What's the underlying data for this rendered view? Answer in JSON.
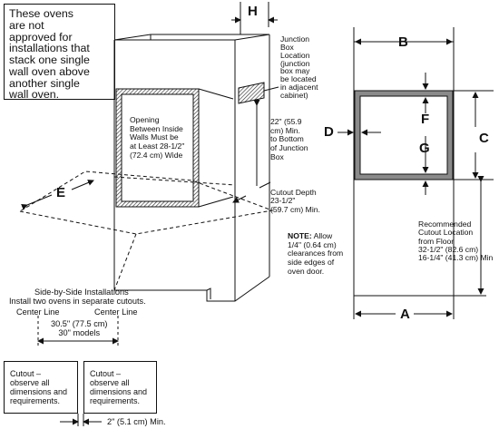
{
  "warning": "These ovens\nare not\napproved for\ninstallations that\nstack one single\nwall oven above\nanother single\nwall oven.",
  "letters": {
    "A": "A",
    "B": "B",
    "C": "C",
    "D": "D",
    "E": "E",
    "F": "F",
    "G": "G",
    "H": "H"
  },
  "junction_box": "Junction\nBox\nLocation\n(junction\nbox may\nbe located\nin adjacent\ncabinet)",
  "inside_walls": "Opening\nBetween Inside\nWalls Must be\nat Least 28-1/2\"\n(72.4 cm) Wide",
  "junction_height": "22\" (55.9\ncm) Min.\nto Bottom\nof Junction\nBox",
  "cutout_depth": "Cutout Depth\n23-1/2\"\n(59.7 cm) Min.",
  "note_label": "NOTE:",
  "note_first": " Allow",
  "note_rest": "1/4\" (0.64 cm)\nclearances from\nside edges of\noven door.",
  "recommended": "Recommended\nCutout Location\nfrom Floor\n32-1/2\" (82.6 cm)\n16-1/4\" (41.3 cm) Min",
  "side_by_side_title": "Side-by-Side Installations",
  "side_by_side_sub": "Install two ovens in separate cutouts.",
  "center_line_left": "Center Line",
  "center_line_right": "Center Line",
  "centers_dim": "30.5\" (77.5 cm)\n30\" models",
  "cutout_left": "Cutout –\nobserve all\ndimensions and\nrequirements.",
  "cutout_right": "Cutout –\nobserve all\ndimensions and\nrequirements.",
  "gap_dim": "2\" (5.1 cm) Min."
}
